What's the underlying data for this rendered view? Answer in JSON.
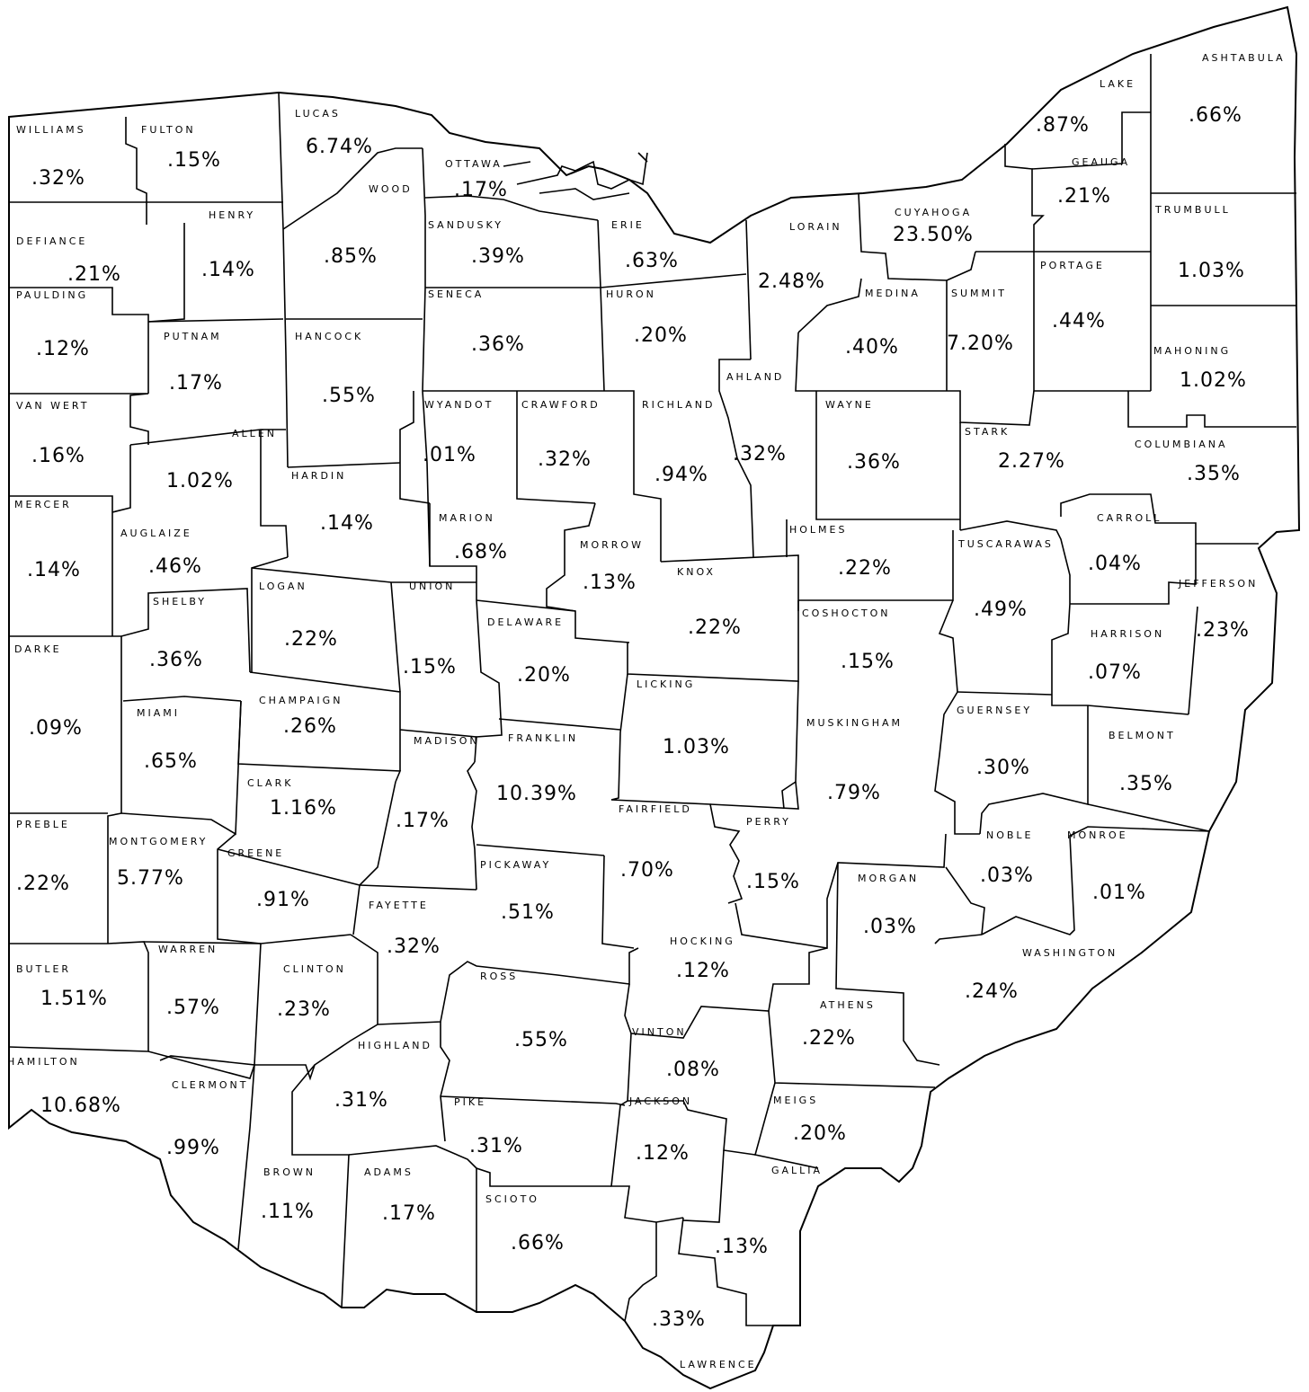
{
  "counties": [
    {
      "name": "WILLIAMS",
      "value": ".32%"
    },
    {
      "name": "FULTON",
      "value": ".15%"
    },
    {
      "name": "LUCAS",
      "value": "6.74%"
    },
    {
      "name": "OTTAWA",
      "value": ".17%"
    },
    {
      "name": "WOOD",
      "value": ".85%"
    },
    {
      "name": "HENRY",
      "value": ".14%"
    },
    {
      "name": "DEFIANCE",
      "value": ".21%"
    },
    {
      "name": "PAULDING",
      "value": ".12%"
    },
    {
      "name": "PUTNAM",
      "value": ".17%"
    },
    {
      "name": "HANCOCK",
      "value": ".55%"
    },
    {
      "name": "SANDUSKY",
      "value": ".39%"
    },
    {
      "name": "SENECA",
      "value": ".36%"
    },
    {
      "name": "ERIE",
      "value": ".63%"
    },
    {
      "name": "HURON",
      "value": ".20%"
    },
    {
      "name": "LORAIN",
      "value": "2.48%"
    },
    {
      "name": "CUYAHOGA",
      "value": "23.50%"
    },
    {
      "name": "MEDINA",
      "value": ".40%"
    },
    {
      "name": "SUMMIT",
      "value": "7.20%"
    },
    {
      "name": "LAKE",
      "value": ".87%"
    },
    {
      "name": "GEAUGA",
      "value": ".21%"
    },
    {
      "name": "ASHTABULA",
      "value": ".66%"
    },
    {
      "name": "TRUMBULL",
      "value": "1.03%"
    },
    {
      "name": "PORTAGE",
      "value": ".44%"
    },
    {
      "name": "MAHONING",
      "value": "1.02%"
    },
    {
      "name": "VAN WERT",
      "value": ".16%"
    },
    {
      "name": "ALLEN",
      "value": "1.02%"
    },
    {
      "name": "WYANDOT",
      "value": ".01%"
    },
    {
      "name": "CRAWFORD",
      "value": ".32%"
    },
    {
      "name": "RICHLAND",
      "value": ".94%"
    },
    {
      "name": "AHLAND",
      "value": ".32%"
    },
    {
      "name": "WAYNE",
      "value": ".36%"
    },
    {
      "name": "STARK",
      "value": "2.27%"
    },
    {
      "name": "COLUMBIANA",
      "value": ".35%"
    },
    {
      "name": "MERCER",
      "value": ".14%"
    },
    {
      "name": "AUGLAIZE",
      "value": ".46%"
    },
    {
      "name": "HARDIN",
      "value": ".14%"
    },
    {
      "name": "MARION",
      "value": ".68%"
    },
    {
      "name": "MORROW",
      "value": ".13%"
    },
    {
      "name": "KNOX",
      "value": ".22%"
    },
    {
      "name": "HOLMES",
      "value": ".22%"
    },
    {
      "name": "TUSCARAWAS",
      "value": ".49%"
    },
    {
      "name": "CARROLL",
      "value": ".04%"
    },
    {
      "name": "JEFFERSON",
      "value": ".23%"
    },
    {
      "name": "SHELBY",
      "value": ".36%"
    },
    {
      "name": "LOGAN",
      "value": ".22%"
    },
    {
      "name": "UNION",
      "value": ".15%"
    },
    {
      "name": "DELAWARE",
      "value": ".20%"
    },
    {
      "name": "COSHOCTON",
      "value": ".15%"
    },
    {
      "name": "HARRISON",
      "value": ".07%"
    },
    {
      "name": "DARKE",
      "value": ".09%"
    },
    {
      "name": "MIAMI",
      "value": ".65%"
    },
    {
      "name": "CHAMPAIGN",
      "value": ".26%"
    },
    {
      "name": "LICKING",
      "value": "1.03%"
    },
    {
      "name": "MADISON",
      "value": ".17%"
    },
    {
      "name": "FRANKLIN",
      "value": "10.39%"
    },
    {
      "name": "MUSKINGHAM",
      "value": ".79%"
    },
    {
      "name": "GUERNSEY",
      "value": ".30%"
    },
    {
      "name": "BELMONT",
      "value": ".35%"
    },
    {
      "name": "CLARK",
      "value": "1.16%"
    },
    {
      "name": "PREBLE",
      "value": ".22%"
    },
    {
      "name": "MONTGOMERY",
      "value": "5.77%"
    },
    {
      "name": "GREENE",
      "value": ".91%"
    },
    {
      "name": "FAIRFIELD",
      "value": ".70%"
    },
    {
      "name": "PERRY",
      "value": ".15%"
    },
    {
      "name": "NOBLE",
      "value": ".03%"
    },
    {
      "name": "MONROE",
      "value": ".01%"
    },
    {
      "name": "PICKAWAY",
      "value": ".51%"
    },
    {
      "name": "FAYETTE",
      "value": ".32%"
    },
    {
      "name": "MORGAN",
      "value": ".03%"
    },
    {
      "name": "BUTLER",
      "value": "1.51%"
    },
    {
      "name": "WARREN",
      "value": ".57%"
    },
    {
      "name": "CLINTON",
      "value": ".23%"
    },
    {
      "name": "HOCKING",
      "value": ".12%"
    },
    {
      "name": "WASHINGTON",
      "value": ".24%"
    },
    {
      "name": "ROSS",
      "value": ".55%"
    },
    {
      "name": "ATHENS",
      "value": ".22%"
    },
    {
      "name": "HIGHLAND",
      "value": ".31%"
    },
    {
      "name": "VINTON",
      "value": ".08%"
    },
    {
      "name": "HAMILTON",
      "value": "10.68%"
    },
    {
      "name": "CLERMONT",
      "value": ".99%"
    },
    {
      "name": "PIKE",
      "value": ".31%"
    },
    {
      "name": "JACKSON",
      "value": ".12%"
    },
    {
      "name": "MEIGS",
      "value": ".20%"
    },
    {
      "name": "BROWN",
      "value": ".11%"
    },
    {
      "name": "ADAMS",
      "value": ".17%"
    },
    {
      "name": "SCIOTO",
      "value": ".66%"
    },
    {
      "name": "GALLIA",
      "value": ".13%"
    },
    {
      "name": "LAWRENCE",
      "value": ".33%"
    }
  ]
}
